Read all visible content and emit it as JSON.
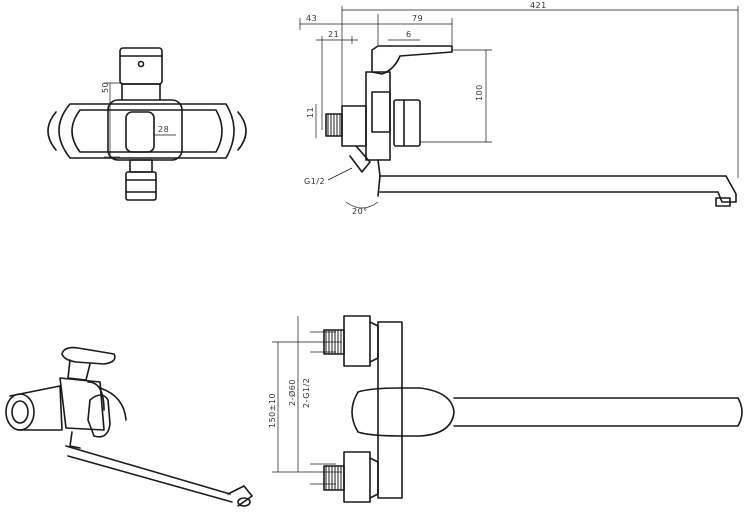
{
  "dimensions": {
    "total_length": "421",
    "offset_43": "43",
    "offset_79": "79",
    "offset_21": "21",
    "offset_6": "6",
    "height_100": "100",
    "thread_11": "11",
    "front_50": "50",
    "front_28": "28",
    "spacing": "150±10",
    "diameter": "2-Ø60",
    "thread_g": "2-G1/2"
  },
  "labels": {
    "connection_thread": "G1/2",
    "angle": "20°"
  }
}
